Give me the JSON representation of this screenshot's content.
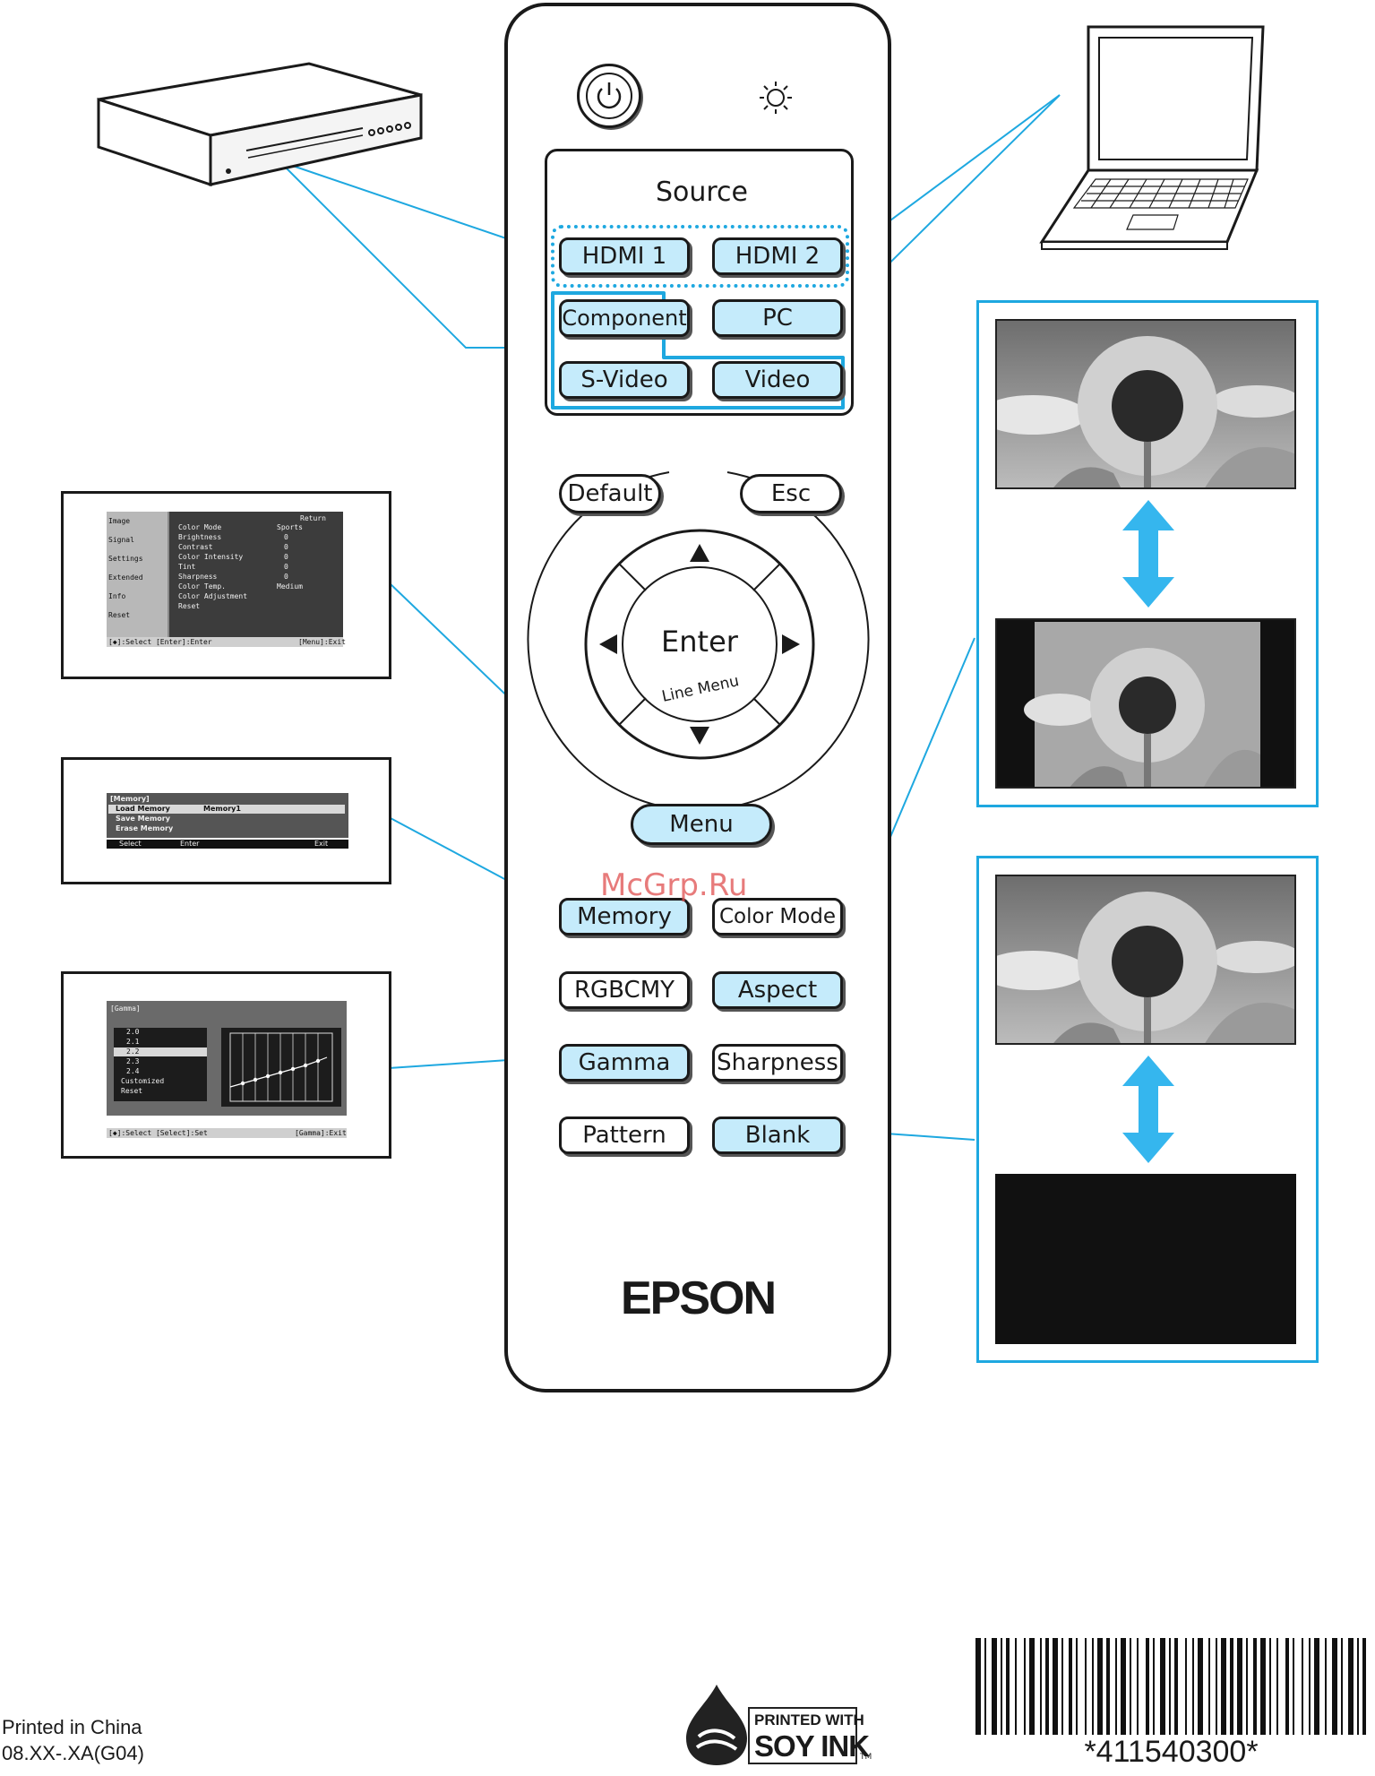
{
  "remote": {
    "source_title": "Source",
    "buttons": {
      "hdmi1": "HDMI 1",
      "hdmi2": "HDMI 2",
      "component": "Component",
      "pc": "PC",
      "svideo": "S-Video",
      "video": "Video",
      "default": "Default",
      "esc": "Esc",
      "enter": "Enter",
      "line_menu": "Line Menu",
      "menu": "Menu",
      "memory": "Memory",
      "color_mode": "Color Mode",
      "rgbcmy": "RGBCMY",
      "aspect": "Aspect",
      "gamma": "Gamma",
      "sharpness": "Sharpness",
      "pattern": "Pattern",
      "blank": "Blank"
    },
    "brand": "EPSON"
  },
  "watermark": "McGrp.Ru",
  "osd_image_menu": {
    "tabs": [
      "Image",
      "Signal",
      "Settings",
      "Extended",
      "Info",
      "Reset"
    ],
    "return_label": "Return",
    "items": [
      "Color Mode",
      "Brightness",
      "Contrast",
      "Color Intensity",
      "Tint",
      "Sharpness",
      "Color Temp.",
      "Color Adjustment",
      "Reset"
    ],
    "values": [
      "Sports",
      "0",
      "0",
      "0",
      "0",
      "0",
      "Medium",
      "",
      ""
    ],
    "footer_left": "[◆]:Select [Enter]:Enter",
    "footer_right": "[Menu]:Exit"
  },
  "osd_memory": {
    "title": "[Memory]",
    "items": [
      "Load Memory",
      "Save Memory",
      "Erase Memory"
    ],
    "load_value": "Memory1",
    "footer_left": "Select",
    "footer_mid": "Enter",
    "footer_right": "Exit"
  },
  "osd_gamma": {
    "title": "[Gamma]",
    "items": [
      "2.0",
      "2.1",
      "2.2",
      "2.3",
      "2.4",
      "Customized",
      "Reset"
    ],
    "footer_left": "[◆]:Select [Select]:Set",
    "footer_right": "[Gamma]:Exit"
  },
  "footer": {
    "printed_in": "Printed in China",
    "code": "08.XX-.XA(G04)",
    "soy_line1": "PRINTED WITH",
    "soy_line2": "SOY INK",
    "tm": "TM",
    "barcode_number": "*411540300*"
  },
  "colors": {
    "highlight": "#c5ebfb",
    "callout_line": "#1ea8e0",
    "arrow": "#35b6ee"
  }
}
